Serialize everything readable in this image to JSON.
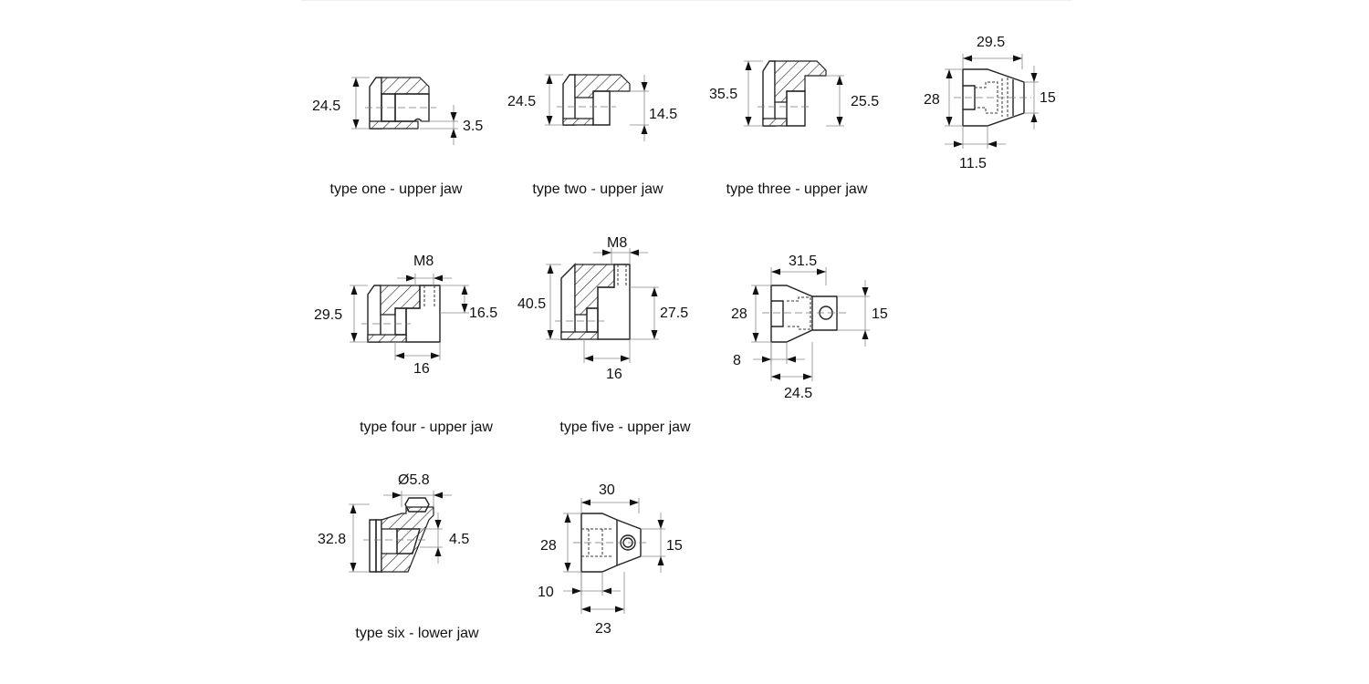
{
  "parts": [
    {
      "caption": "type one - upper jaw",
      "dims": [
        "24.5",
        "3.5"
      ]
    },
    {
      "caption": "type two - upper jaw",
      "dims": [
        "24.5",
        "14.5"
      ]
    },
    {
      "caption": "type three - upper jaw",
      "dims": [
        "35.5",
        "25.5"
      ]
    },
    {
      "caption": "",
      "dims": [
        "29.5",
        "28",
        "15",
        "11.5"
      ]
    },
    {
      "caption": "type four - upper jaw",
      "dims": [
        "M8",
        "29.5",
        "16.5",
        "16"
      ]
    },
    {
      "caption": "type five - upper jaw",
      "dims": [
        "M8",
        "40.5",
        "27.5",
        "16"
      ]
    },
    {
      "caption": "",
      "dims": [
        "31.5",
        "28",
        "15",
        "8",
        "24.5"
      ]
    },
    {
      "caption": "type six - lower jaw",
      "dims": [
        "Ø5.8",
        "32.8",
        "4.5"
      ]
    },
    {
      "caption": "",
      "dims": [
        "30",
        "28",
        "15",
        "10",
        "23"
      ]
    }
  ]
}
